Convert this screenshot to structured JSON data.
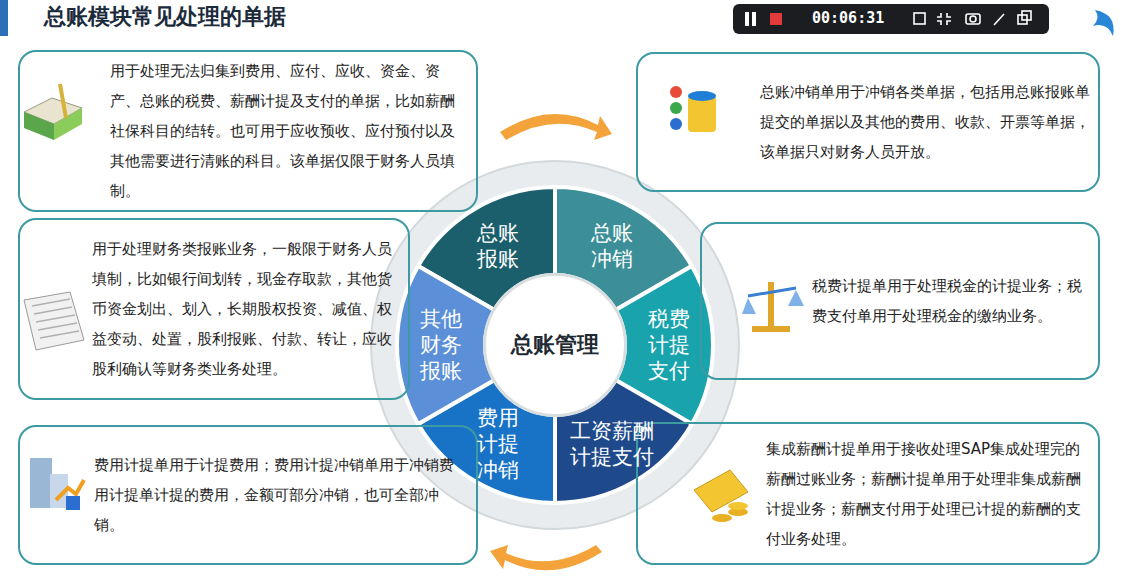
{
  "diagram": {
    "title": "总账模块常见处理的单据",
    "nodes": [
      {
        "text": [
          "用于处理无法归集到费用、应付、应收、资金、资产、总账的税费、薪酬计提及支付的单据，比如薪酬社保科目的结转。也可用于应收预收、应付预付以及其他需要进行清账的科目。该单据仅限于财务人员填制。"
        ]
      },
      {
        "text": [
          "总账冲销单用于冲销各类单据，包括用总账报账单提交的单据以及其他的费用、收款、开票等单据，该单据只对财务人员开放。"
        ]
      },
      {
        "text": [
          "用于处理财务类报账业务，一般限于财务人员填制，比如银行间划转，现金存取款，其他货币资金划出、划入，长期股权投资、减值、权益变动、处置，股利报账、付款、转让，应收股利确认等财务类业务处理。"
        ]
      },
      {
        "text": [
          "税费计提单用于处理税金的计提业务；税费支付单用于处理税金的缴纳业务。"
        ]
      },
      {
        "text": [
          "费用计提单用于计提费用；费用计提冲销单用于冲销费用计提单计提的费用，金额可部分冲销，也可全部冲销。"
        ]
      },
      {
        "text": [
          "集成薪酬计提单用于接收处理SAP集成处理完的薪酬过账业务；薪酬计提单用于处理非集成薪酬计提业务；薪酬支付用于处理已计提的薪酬的支付业务处理。"
        ]
      },
      {
        "text": [
          "总账管理"
        ]
      },
      {
        "text": [
          "总账 报账"
        ]
      },
      {
        "text": [
          "总账 冲销"
        ]
      },
      {
        "text": [
          "税费 计提 支付"
        ]
      },
      {
        "text": [
          "工资薪酬 计提支付"
        ]
      },
      {
        "text": [
          "费用 计提 冲销"
        ]
      },
      {
        "text": [
          "其他 财务 报账"
        ]
      }
    ],
    "labels": [
      "00:06:31"
    ]
  }
}
